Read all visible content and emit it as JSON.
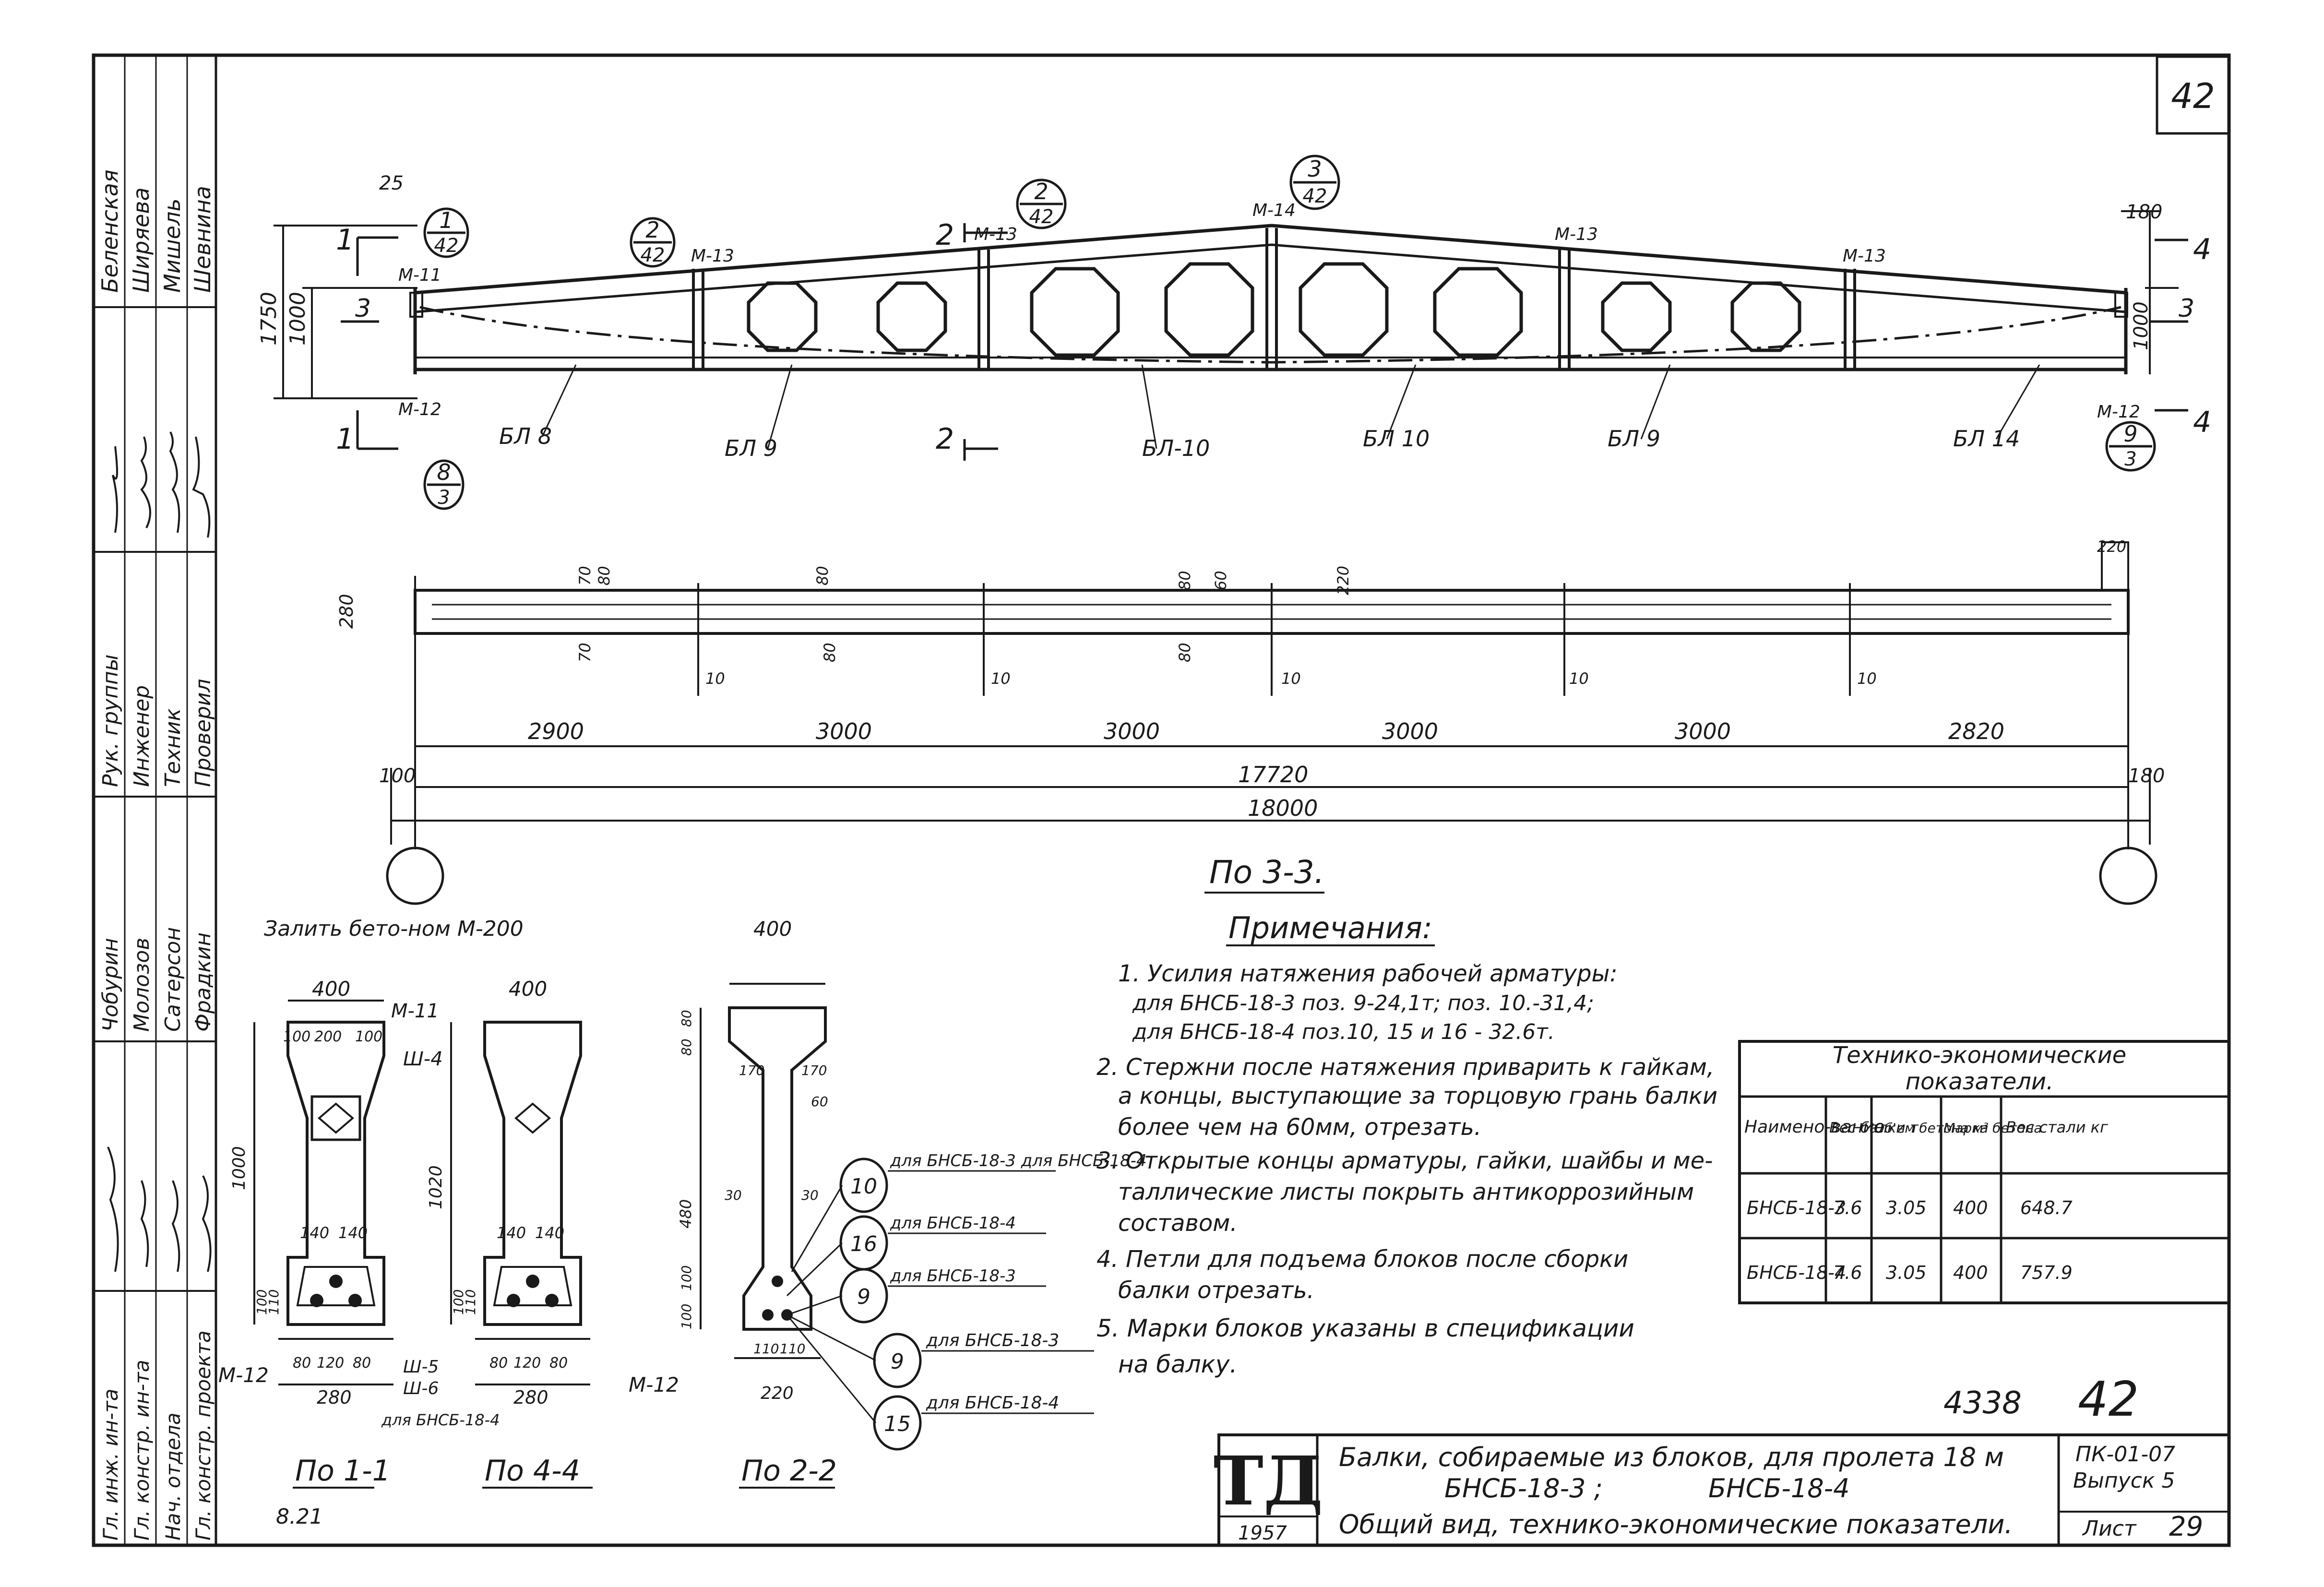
{
  "sheet": {
    "number": "42",
    "inventory_number": "4338",
    "inventory_sheet": "42",
    "bottom_left_note": "8.21"
  },
  "side_stamp": {
    "rows": [
      {
        "role": "Гл. инж. ин-та",
        "name": "Беленская"
      },
      {
        "role": "Гл. констр. ин-та",
        "name": "Ширяева"
      },
      {
        "role": "Нач. отдела",
        "name": "Мишель"
      },
      {
        "role": "Гл. констр. проекта",
        "name": "Шевнина"
      }
    ],
    "rows2": [
      {
        "role": "Рук. группы",
        "name": "Чобурин"
      },
      {
        "role": "Инженер",
        "name": "Молозов"
      },
      {
        "role": "Техник",
        "name": "Сатерсон"
      },
      {
        "role": "Проверил",
        "name": "Фрадкин"
      }
    ]
  },
  "elevation": {
    "callouts": [
      {
        "num": "1",
        "den": "42"
      },
      {
        "num": "2",
        "den": "42"
      },
      {
        "num": "2",
        "den": "42"
      },
      {
        "num": "3",
        "den": "42"
      },
      {
        "num": "9",
        "den": "3"
      },
      {
        "num": "8",
        "den": "3"
      }
    ],
    "section_marks": [
      "1",
      "1",
      "2",
      "2",
      "3",
      "3",
      "4",
      "4"
    ],
    "parts": [
      "М-11",
      "М-12",
      "М-13",
      "М-13",
      "М-14",
      "М-13",
      "М-13",
      "М-12"
    ],
    "blocks": [
      "БЛ 8",
      "БЛ 9",
      "БЛ-10",
      "БЛ 10",
      "БЛ 9",
      "БЛ 14"
    ],
    "dims": [
      "25",
      "1750",
      "1000",
      "180",
      "1000"
    ]
  },
  "plan": {
    "caption": "По 3-3.",
    "small_dims": [
      "280",
      "70",
      "80",
      "70",
      "80",
      "80",
      "80",
      "80",
      "60",
      "220",
      "220",
      "10",
      "10",
      "10",
      "10",
      "10"
    ],
    "segments": [
      "2900",
      "3000",
      "3000",
      "3000",
      "3000",
      "2820"
    ],
    "overall": "17720",
    "total": "18000",
    "edge_left": "100",
    "edge_right": "180"
  },
  "notes": {
    "heading": "Примечания:",
    "items": [
      "1. Усилия натяжения рабочей арматуры:",
      "для БНСБ-18-3 поз. 9-24,1т; поз. 10.-31,4;",
      "для БНСБ-18-4 поз.10, 15 и 16 - 32.6т.",
      "2. Стержни после натяжения приварить к гайкам,",
      "а концы, выступающие за торцовую грань балки",
      "более чем на 60мм, отрезать.",
      "3. Открытые концы арматуры, гайки, шайбы и ме-",
      "таллические листы покрыть антикоррозийным",
      "составом.",
      "4. Петли для подъема блоков после сборки",
      "балки отрезать.",
      "5. Марки блоков указаны в спецификации",
      "на балку."
    ]
  },
  "table": {
    "title_line1": "Технико-экономические",
    "title_line2": "показатели.",
    "headers": [
      "Наимено-вание",
      "Вес балки т",
      "Об'ем бетона м³",
      "Марка бетона",
      "Вес стали кг"
    ],
    "rows": [
      [
        "БНСБ-18-3",
        "7.6",
        "3.05",
        "400",
        "648.7"
      ],
      [
        "БНСБ-18-4",
        "7.6",
        "3.05",
        "400",
        "757.9"
      ]
    ]
  },
  "sections": {
    "s11": {
      "caption": "По 1-1",
      "note": "Залить бето-ном М-200",
      "labels": [
        "400",
        "100",
        "200",
        "100",
        "М-11",
        "140",
        "140",
        "100",
        "110",
        "80",
        "120",
        "80",
        "280",
        "М-12",
        "1000"
      ]
    },
    "s44": {
      "caption": "По 4-4",
      "labels": [
        "400",
        "Ш-4",
        "1020",
        "140",
        "140",
        "100",
        "110",
        "80",
        "120",
        "80",
        "280",
        "Ш-5",
        "Ш-6",
        "для БНСБ-18-4",
        "М-12"
      ]
    },
    "s22": {
      "caption": "По 2-2",
      "labels": [
        "400",
        "80",
        "80",
        "170",
        "170",
        "60",
        "30",
        "30",
        "480",
        "100",
        "100",
        "110",
        "110",
        "220"
      ],
      "rebar": [
        {
          "num": "10",
          "text": "для БНСБ-18-3 для БНСБ-18-4"
        },
        {
          "num": "16",
          "text": "для БНСБ-18-4"
        },
        {
          "num": "9",
          "text": "для БНСБ-18-3"
        },
        {
          "num": "9",
          "text": "для БНСБ-18-3"
        },
        {
          "num": "15",
          "text": "для БНСБ-18-4"
        }
      ]
    }
  },
  "titleblock": {
    "logo": "ТД",
    "year": "1957",
    "line1": "Балки, собираемые из блоков, для пролета 18 м",
    "line2a": "БНСБ-18-3 ;",
    "line2b": "БНСБ-18-4",
    "line3": "Общий вид, технико-экономические показатели.",
    "code": "ПК-01-07",
    "issue": "Выпуск 5",
    "sheet_label": "Лист",
    "sheet_no": "29"
  }
}
